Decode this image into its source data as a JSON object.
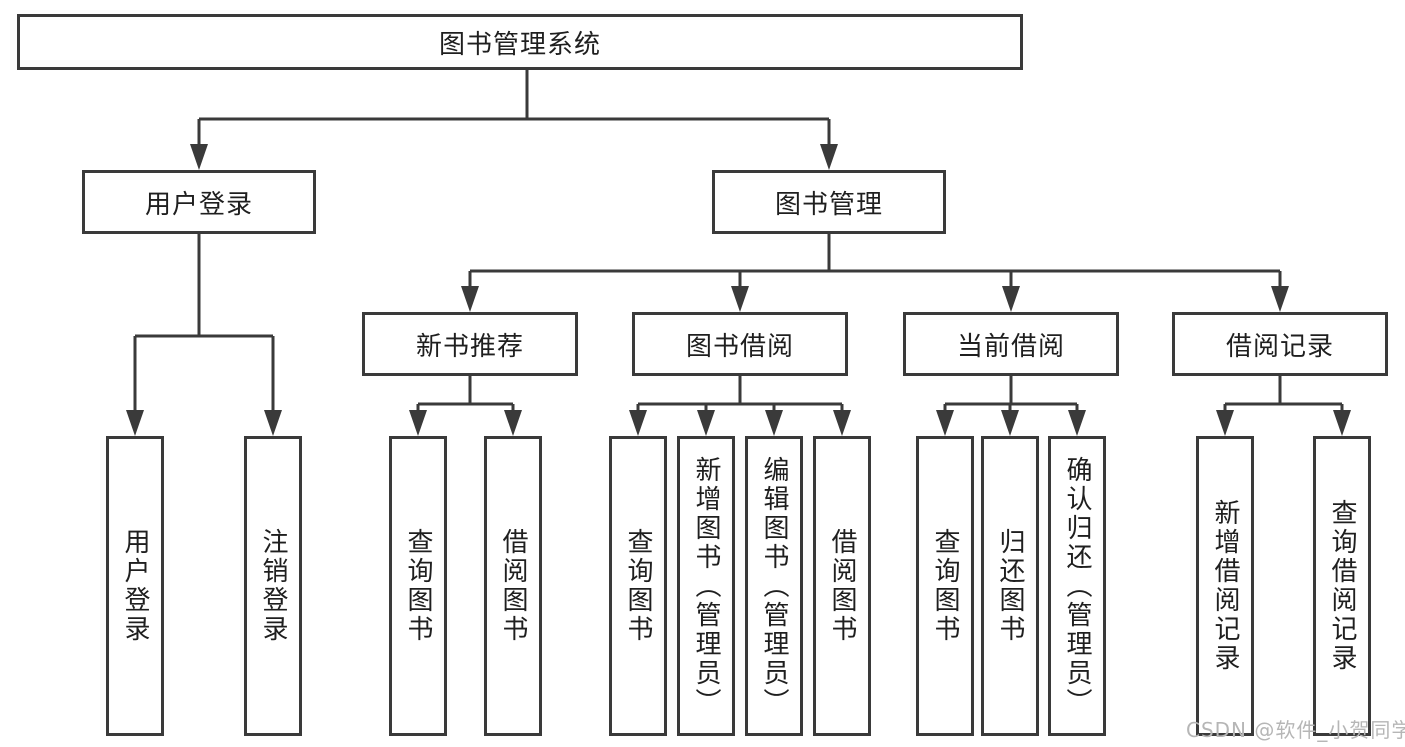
{
  "diagram": {
    "type": "hierarchy-tree",
    "tree": {
      "root": {
        "label": "图书管理系统"
      },
      "branches": [
        {
          "label": "用户登录",
          "children": [
            {
              "label": "用户登录"
            },
            {
              "label": "注销登录"
            }
          ]
        },
        {
          "label": "图书管理",
          "children": [
            {
              "label": "新书推荐",
              "children": [
                {
                  "label": "查询图书"
                },
                {
                  "label": "借阅图书"
                }
              ]
            },
            {
              "label": "图书借阅",
              "children": [
                {
                  "label": "查询图书"
                },
                {
                  "label": "新增图书（管理员）"
                },
                {
                  "label": "编辑图书（管理员）"
                },
                {
                  "label": "借阅图书"
                }
              ]
            },
            {
              "label": "当前借阅",
              "children": [
                {
                  "label": "查询图书"
                },
                {
                  "label": "归还图书"
                },
                {
                  "label": "确认归还（管理员）"
                }
              ]
            },
            {
              "label": "借阅记录",
              "children": [
                {
                  "label": "新增借阅记录"
                },
                {
                  "label": "查询借阅记录"
                }
              ]
            }
          ]
        }
      ]
    },
    "colors": {
      "line": "#3a3a3a",
      "box_border": "#3a3a3a",
      "box_fill": "#ffffff",
      "text": "#1f1f1f",
      "watermark": "#b6b6b6",
      "background": "#ffffff"
    }
  },
  "watermark": {
    "text": "CSDN @软件_小贺同学"
  }
}
